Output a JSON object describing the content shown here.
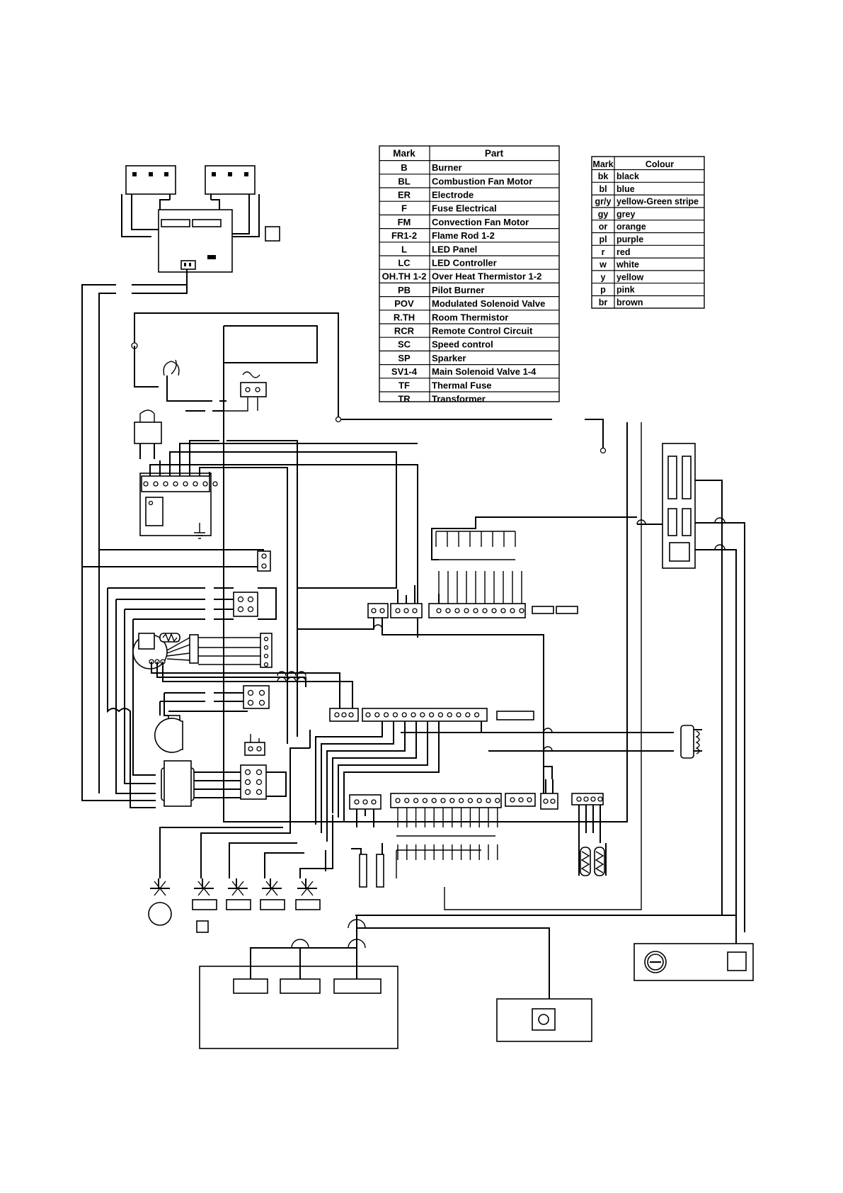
{
  "parts_table": {
    "headers": {
      "mark": "Mark",
      "part": "Part"
    },
    "rows": [
      {
        "mark": "B",
        "part": "Burner"
      },
      {
        "mark": "BL",
        "part": "Combustion Fan Motor"
      },
      {
        "mark": "ER",
        "part": "Electrode"
      },
      {
        "mark": "F",
        "part": "Fuse Electrical"
      },
      {
        "mark": "FM",
        "part": "Convection Fan Motor"
      },
      {
        "mark": "FR1-2",
        "part": "Flame Rod 1-2"
      },
      {
        "mark": "L",
        "part": "LED Panel"
      },
      {
        "mark": "LC",
        "part": "LED Controller"
      },
      {
        "mark": "OH.TH 1-2",
        "part": "Over Heat Thermistor 1-2"
      },
      {
        "mark": "PB",
        "part": "Pilot Burner"
      },
      {
        "mark": "POV",
        "part": "Modulated Solenoid Valve"
      },
      {
        "mark": "R.TH",
        "part": "Room Thermistor"
      },
      {
        "mark": "RCR",
        "part": "Remote Control Circuit"
      },
      {
        "mark": "SC",
        "part": "Speed control"
      },
      {
        "mark": "SP",
        "part": "Sparker"
      },
      {
        "mark": "SV1-4",
        "part": "Main Solenoid Valve 1-4"
      },
      {
        "mark": "TF",
        "part": "Thermal Fuse"
      },
      {
        "mark": "TR",
        "part": "Transformer"
      }
    ]
  },
  "colour_table": {
    "headers": {
      "mark": "Mark",
      "colour": "Colour"
    },
    "rows": [
      {
        "mark": "bk",
        "colour": "black"
      },
      {
        "mark": "bl",
        "colour": "blue"
      },
      {
        "mark": "gr/y",
        "colour": "yellow-Green stripe"
      },
      {
        "mark": "gy",
        "colour": "grey"
      },
      {
        "mark": "or",
        "colour": "orange"
      },
      {
        "mark": "pl",
        "colour": "purple"
      },
      {
        "mark": "r",
        "colour": "red"
      },
      {
        "mark": "w",
        "colour": "white"
      },
      {
        "mark": "y",
        "colour": "yellow"
      },
      {
        "mark": "p",
        "colour": "pink"
      },
      {
        "mark": "br",
        "colour": "brown"
      }
    ]
  }
}
